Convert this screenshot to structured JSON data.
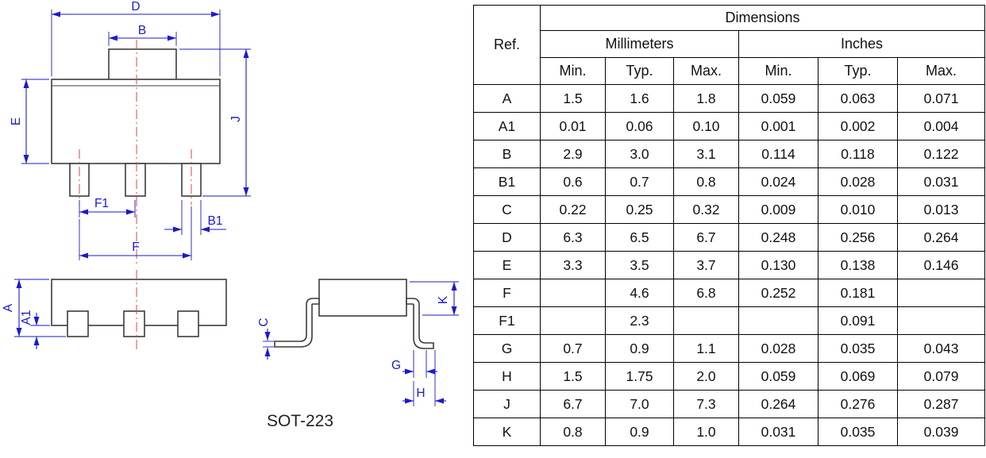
{
  "drawing": {
    "caption": "SOT-223",
    "labels": {
      "D": "D",
      "B": "B",
      "E": "E",
      "J": "J",
      "F1": "F1",
      "B1": "B1",
      "F": "F",
      "A": "A",
      "A1": "A1",
      "C": "C",
      "G": "G",
      "H": "H",
      "K": "K"
    },
    "colors": {
      "dimension_line": "#1a1acd",
      "center_line": "#e04545",
      "outline": "#3c3c3c"
    }
  },
  "table": {
    "headers": {
      "ref": "Ref.",
      "dimensions": "Dimensions",
      "millimeters": "Millimeters",
      "inches": "Inches",
      "min_mm": "Min.",
      "typ_mm": "Typ.",
      "max_mm": "Max.",
      "min_in": "Min.",
      "typ_in": "Typ.",
      "max_in": "Max."
    },
    "rows": [
      {
        "ref": "A",
        "mm": [
          "1.5",
          "1.6",
          "1.8"
        ],
        "in": [
          "0.059",
          "0.063",
          "0.071"
        ]
      },
      {
        "ref": "A1",
        "mm": [
          "0.01",
          "0.06",
          "0.10"
        ],
        "in": [
          "0.001",
          "0.002",
          "0.004"
        ]
      },
      {
        "ref": "B",
        "mm": [
          "2.9",
          "3.0",
          "3.1"
        ],
        "in": [
          "0.114",
          "0.118",
          "0.122"
        ]
      },
      {
        "ref": "B1",
        "mm": [
          "0.6",
          "0.7",
          "0.8"
        ],
        "in": [
          "0.024",
          "0.028",
          "0.031"
        ]
      },
      {
        "ref": "C",
        "mm": [
          "0.22",
          "0.25",
          "0.32"
        ],
        "in": [
          "0.009",
          "0.010",
          "0.013"
        ]
      },
      {
        "ref": "D",
        "mm": [
          "6.3",
          "6.5",
          "6.7"
        ],
        "in": [
          "0.248",
          "0.256",
          "0.264"
        ]
      },
      {
        "ref": "E",
        "mm": [
          "3.3",
          "3.5",
          "3.7"
        ],
        "in": [
          "0.130",
          "0.138",
          "0.146"
        ]
      },
      {
        "ref": "F",
        "mm": [
          "",
          "4.6",
          "6.8"
        ],
        "in": [
          "0.252",
          "0.181",
          ""
        ]
      },
      {
        "ref": "F1",
        "mm": [
          "",
          "2.3",
          ""
        ],
        "in": [
          "",
          "0.091",
          ""
        ]
      },
      {
        "ref": "G",
        "mm": [
          "0.7",
          "0.9",
          "1.1"
        ],
        "in": [
          "0.028",
          "0.035",
          "0.043"
        ]
      },
      {
        "ref": "H",
        "mm": [
          "1.5",
          "1.75",
          "2.0"
        ],
        "in": [
          "0.059",
          "0.069",
          "0.079"
        ]
      },
      {
        "ref": "J",
        "mm": [
          "6.7",
          "7.0",
          "7.3"
        ],
        "in": [
          "0.264",
          "0.276",
          "0.287"
        ]
      },
      {
        "ref": "K",
        "mm": [
          "0.8",
          "0.9",
          "1.0"
        ],
        "in": [
          "0.031",
          "0.035",
          "0.039"
        ]
      }
    ]
  }
}
